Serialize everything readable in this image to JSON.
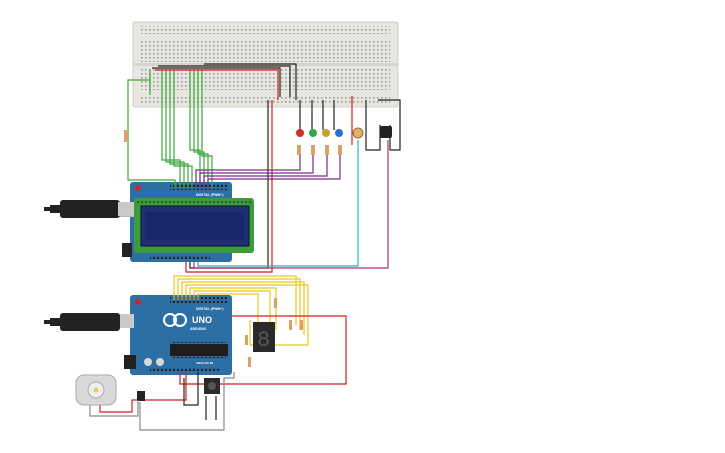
{
  "canvas": {
    "background": "#ffffff"
  },
  "boards": {
    "top_arduino": {
      "label": "DIGITAL (PWM~)",
      "color": "#2c6fa5"
    },
    "bottom_arduino": {
      "label": "DIGITAL (PWM~)",
      "brand": "UNO",
      "sub": "ARDUINO",
      "analog_label": "ANALOG IN",
      "color": "#2c6fa5"
    }
  },
  "seven_segment": {
    "digit": "8"
  },
  "colors": {
    "wire_green": "#3aa83a",
    "wire_black": "#222222",
    "wire_red": "#d11e1e",
    "wire_purple": "#7a2a8a",
    "wire_yellow": "#e8c81a",
    "wire_cyan": "#27b3b3",
    "wire_magenta": "#b0306f",
    "wire_gray": "#8a8a8a",
    "breadboard": "#e8e6e1",
    "lcd_board": "#3c9c3c",
    "lcd_screen": "#1d2b6b",
    "led_colors": [
      "#d32a2a",
      "#2fa84a",
      "#c8a12a",
      "#2a6fd3"
    ]
  },
  "icons": [
    "usb-plug-icon",
    "motor-icon",
    "led-icon",
    "resistor-icon",
    "photoresistor-icon",
    "temperature-sensor-icon",
    "pushbutton-icon",
    "potentiometer-icon"
  ]
}
